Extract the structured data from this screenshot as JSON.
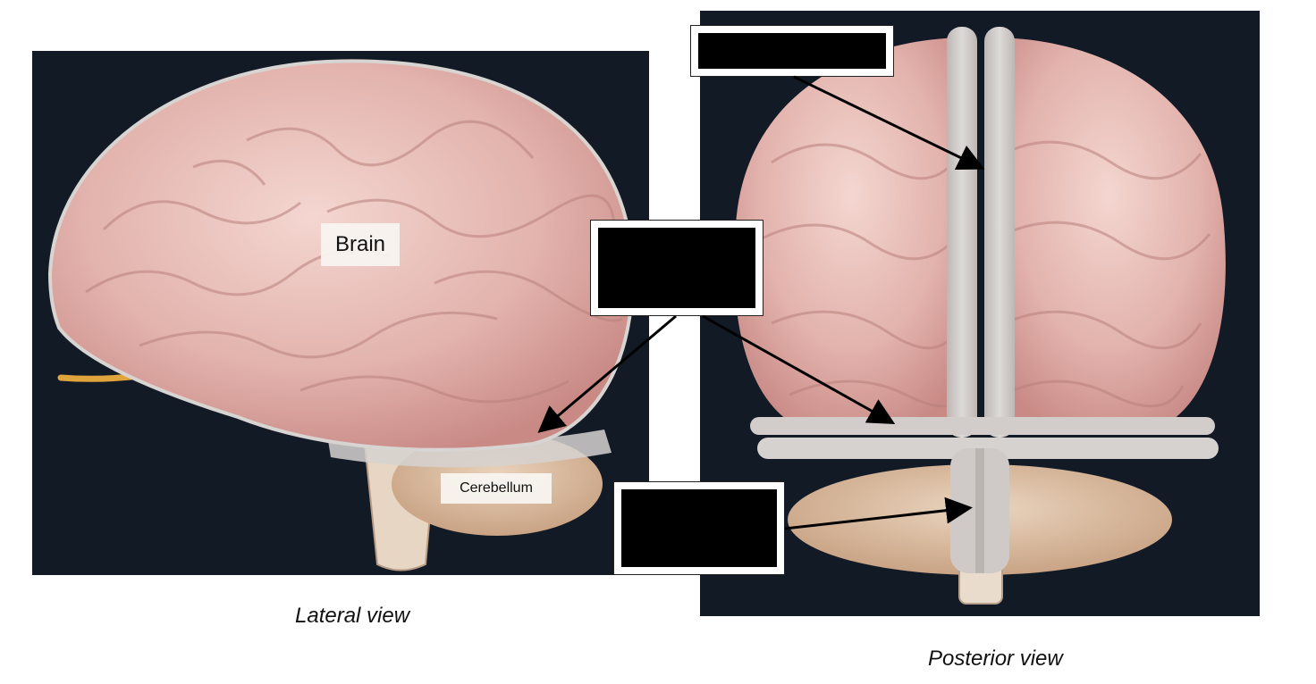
{
  "views": {
    "lateral": {
      "caption": "Lateral view"
    },
    "posterior": {
      "caption": "Posterior view"
    }
  },
  "labels": {
    "brain": "Brain",
    "cerebellum": "Cerebellum"
  },
  "blank_labels": [
    {
      "id": "blank-top",
      "redacted": true
    },
    {
      "id": "blank-mid",
      "redacted": true
    },
    {
      "id": "blank-bottom",
      "redacted": true
    }
  ],
  "colors": {
    "background_panel": "#121a26",
    "brain_tissue": "#e3b3ad",
    "meninges": "#d6d2d0",
    "cerebellum": "#d8b79a",
    "nerve": "#e0a43c"
  }
}
